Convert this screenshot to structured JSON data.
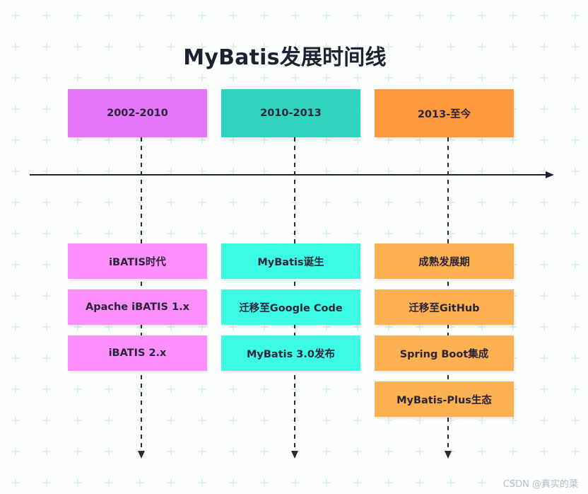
{
  "title": "MyBatis发展时间线",
  "colors": {
    "period_1": "#e377f7",
    "period_2": "#2fd3bf",
    "period_3": "#fd983f",
    "event_1": "#fd8ffd",
    "event_2": "#3cfbe4",
    "event_3": "#fdb04f",
    "axis": "#1f2234",
    "grid_plus": "#d6efe6"
  },
  "periods": [
    {
      "label": "2002-2010",
      "events": [
        "iBATIS时代",
        "Apache iBATIS 1.x",
        "iBATIS 2.x"
      ]
    },
    {
      "label": "2010-2013",
      "events": [
        "MyBatis诞生",
        "迁移至Google Code",
        "MyBatis 3.0发布"
      ]
    },
    {
      "label": "2013-至今",
      "events": [
        "成熟发展期",
        "迁移至GitHub",
        "Spring Boot集成",
        "MyBatis-Plus生态"
      ]
    }
  ],
  "watermark": "CSDN @真实的菜"
}
